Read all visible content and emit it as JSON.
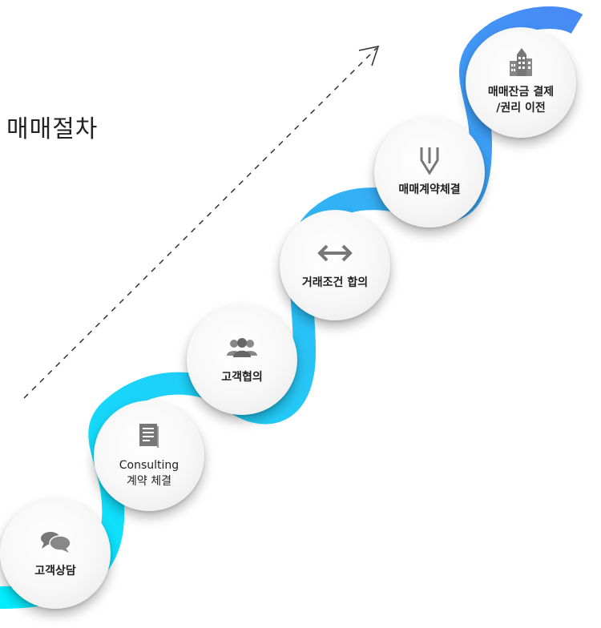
{
  "title": "매매절차",
  "colors": {
    "path_start": "#00f0ff",
    "path_end": "#4a86f5",
    "icon": "#777777"
  },
  "steps": [
    {
      "label": "고객상담",
      "icon": "chat-bubbles-icon"
    },
    {
      "label": "Consulting\n계약 체결",
      "icon": "document-icon"
    },
    {
      "label": "고객협의",
      "icon": "people-group-icon"
    },
    {
      "label": "거래조건 합의",
      "icon": "double-arrow-icon"
    },
    {
      "label": "매매계약체결",
      "icon": "pen-nib-icon"
    },
    {
      "label": "매매잔금 결제\n/권리 이전",
      "icon": "buildings-icon"
    }
  ]
}
